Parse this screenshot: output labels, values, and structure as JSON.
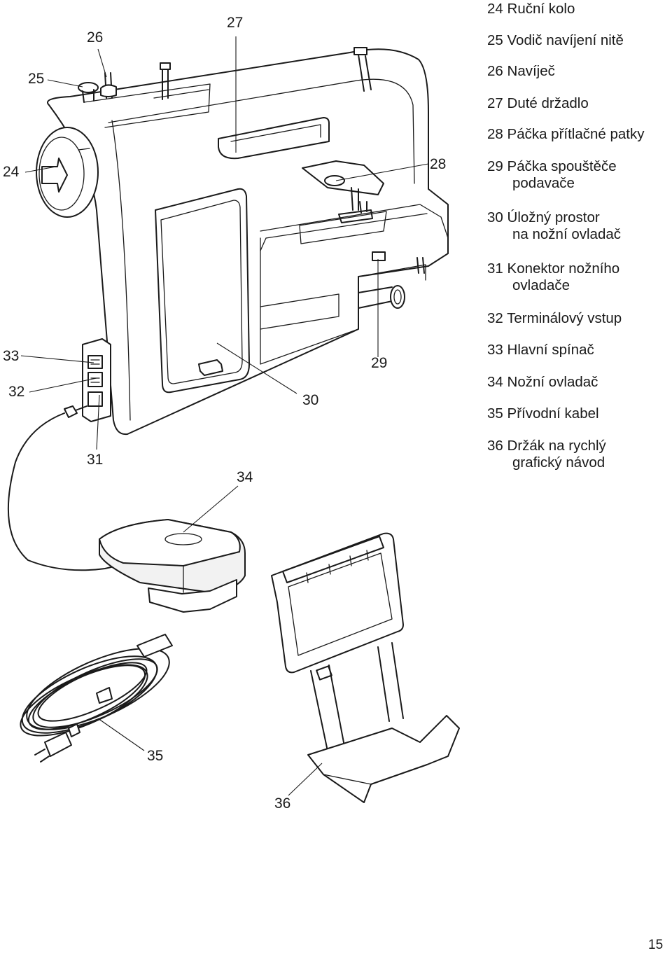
{
  "callouts": [
    {
      "id": "c24",
      "text": "24"
    },
    {
      "id": "c25",
      "text": "25"
    },
    {
      "id": "c26",
      "text": "26"
    },
    {
      "id": "c27",
      "text": "27"
    },
    {
      "id": "c28",
      "text": "28"
    },
    {
      "id": "c29",
      "text": "29"
    },
    {
      "id": "c30",
      "text": "30"
    },
    {
      "id": "c31",
      "text": "31"
    },
    {
      "id": "c32",
      "text": "32"
    },
    {
      "id": "c33",
      "text": "33"
    },
    {
      "id": "c34",
      "text": "34"
    },
    {
      "id": "c35",
      "text": "35"
    },
    {
      "id": "c36",
      "text": "36"
    }
  ],
  "legend": [
    {
      "number": "24",
      "line1": "Ruční kolo",
      "line2": ""
    },
    {
      "number": "25",
      "line1": "Vodič navíjení nitě",
      "line2": ""
    },
    {
      "number": "26",
      "line1": "Navíječ",
      "line2": ""
    },
    {
      "number": "27",
      "line1": "Duté držadlo",
      "line2": ""
    },
    {
      "number": "28",
      "line1": "Páčka přítlačné patky",
      "line2": ""
    },
    {
      "number": "29",
      "line1": "Páčka spouštěče",
      "line2": "podavače"
    },
    {
      "number": "30",
      "line1": "Úložný prostor",
      "line2": "na nožní ovladač"
    },
    {
      "number": "31",
      "line1": "Konektor nožního",
      "line2": "ovladače"
    },
    {
      "number": "32",
      "line1": "Terminálový vstup",
      "line2": ""
    },
    {
      "number": "33",
      "line1": "Hlavní spínač",
      "line2": ""
    },
    {
      "number": "34",
      "line1": "Nožní ovladač",
      "line2": ""
    },
    {
      "number": "35",
      "line1": "Přívodní kabel",
      "line2": ""
    },
    {
      "number": "36",
      "line1": "Držák na rychlý",
      "line2": "grafický návod"
    }
  ],
  "page_number": "15"
}
